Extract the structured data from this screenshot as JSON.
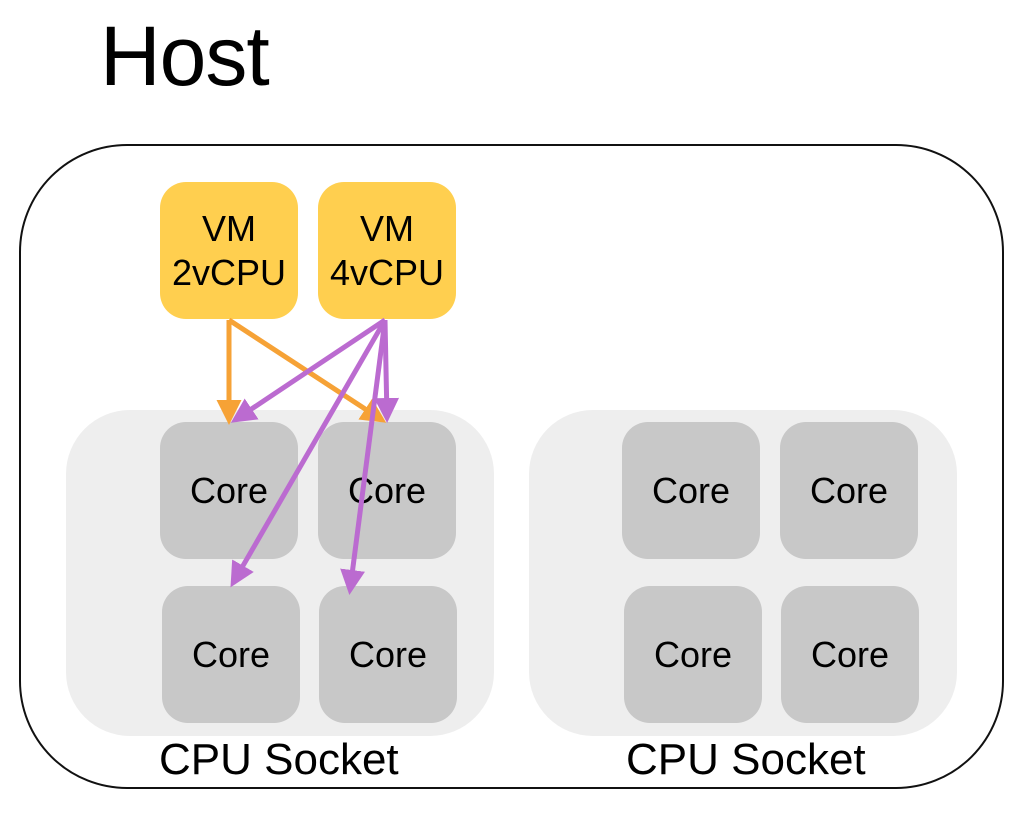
{
  "title": "Host",
  "vms": [
    {
      "line1": "VM",
      "line2": "2vCPU",
      "color": "#ffcf4f"
    },
    {
      "line1": "VM",
      "line2": "4vCPU",
      "color": "#ffcf4f"
    }
  ],
  "sockets": [
    {
      "label": "CPU Socket",
      "cores": [
        "Core",
        "Core",
        "Core",
        "Core"
      ]
    },
    {
      "label": "CPU Socket",
      "cores": [
        "Core",
        "Core",
        "Core",
        "Core"
      ]
    }
  ],
  "colors": {
    "vm": "#ffcf4f",
    "core": "#c8c8c8",
    "socket": "#eeeeee",
    "arrow_vm_2vcpu": "#f6a236",
    "arrow_vm_4vcpu": "#bb6bd0"
  }
}
